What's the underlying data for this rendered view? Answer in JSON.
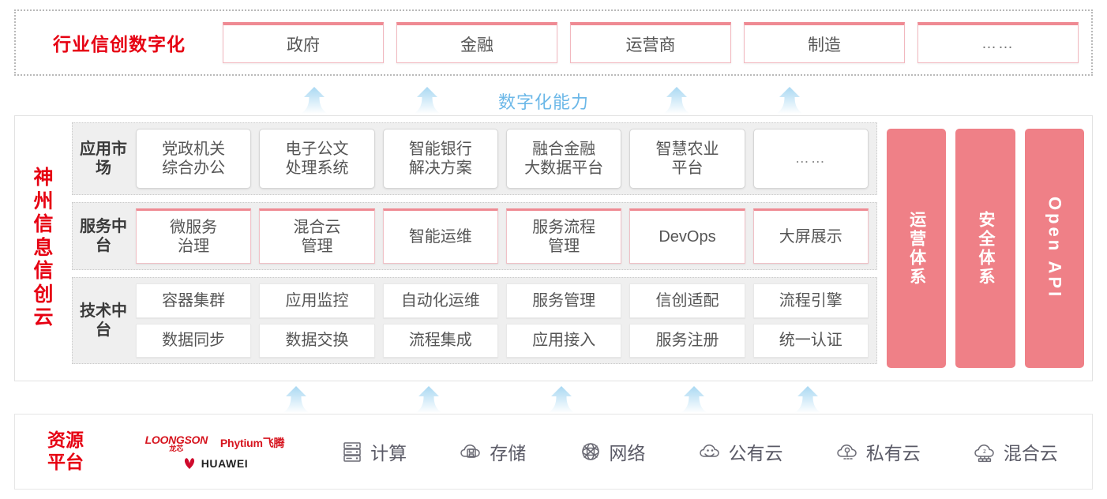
{
  "industry": {
    "title": "行业信创数字化",
    "boxes": [
      {
        "label": "政府"
      },
      {
        "label": "金融"
      },
      {
        "label": "运营商"
      },
      {
        "label": "制造"
      },
      {
        "label": "……"
      }
    ]
  },
  "capability": {
    "label": "数字化能力",
    "arrow_count": 4
  },
  "cloud": {
    "title": "神州信息信创云",
    "layers": [
      {
        "key": "app-market",
        "label": "应用市场",
        "items": [
          "党政机关\n综合办公",
          "电子公文\n处理系统",
          "智能银行\n解决方案",
          "融合金融\n大数据平台",
          "智慧农业\n平台",
          "……"
        ]
      },
      {
        "key": "service-platform",
        "label": "服务中台",
        "items": [
          "微服务\n治理",
          "混合云\n管理",
          "智能运维",
          "服务流程\n管理",
          "DevOps",
          "大屏展示"
        ]
      },
      {
        "key": "tech-platform",
        "label": "技术中台",
        "row1": [
          "容器集群",
          "应用监控",
          "自动化运维",
          "服务管理",
          "信创适配",
          "流程引擎"
        ],
        "row2": [
          "数据同步",
          "数据交换",
          "流程集成",
          "应用接入",
          "服务注册",
          "统一认证"
        ]
      }
    ],
    "pillars": [
      {
        "label": "运营体系",
        "latin": false
      },
      {
        "label": "安全体系",
        "latin": false
      },
      {
        "label": "Open API",
        "latin": true
      }
    ],
    "pillar_color": "#ef8087"
  },
  "lower_arrows": {
    "arrow_count": 5
  },
  "resource": {
    "title": "资源平台",
    "vendors": [
      {
        "name": "LOONGSON",
        "sub": "龙芯",
        "icon": "loongson-logo"
      },
      {
        "name": "Phytium飞腾",
        "icon": "phytium-logo"
      },
      {
        "name": "HUAWEI",
        "icon": "huawei-logo"
      }
    ],
    "items": [
      {
        "label": "计算",
        "icon": "server-icon"
      },
      {
        "label": "存储",
        "icon": "cloud-storage-icon"
      },
      {
        "label": "网络",
        "icon": "network-mesh-icon"
      },
      {
        "label": "公有云",
        "icon": "public-cloud-icon"
      },
      {
        "label": "私有云",
        "icon": "private-cloud-icon"
      },
      {
        "label": "混合云",
        "icon": "hybrid-cloud-icon"
      }
    ]
  },
  "colors": {
    "brand_red": "#e60012",
    "accent_pink": "#ef8087",
    "arrow_blue": "#a9d8f2",
    "capability_text": "#6cb8e8"
  }
}
